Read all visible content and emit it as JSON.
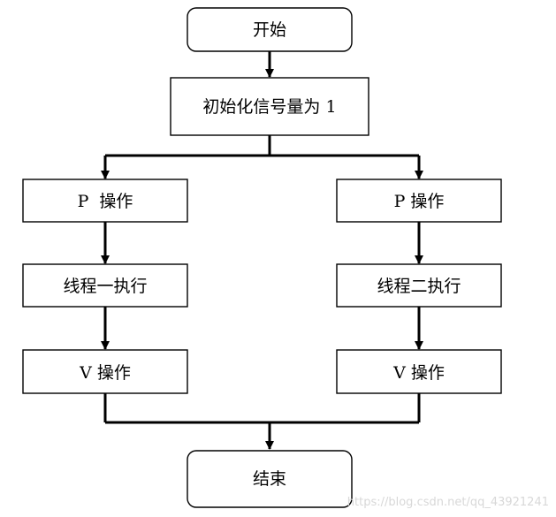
{
  "flowchart": {
    "start_label": "开始",
    "init_label": "初始化信号量为 1",
    "left_branch": {
      "p_label": "P  操作",
      "exec_label": "线程一执行",
      "v_label": "V 操作"
    },
    "right_branch": {
      "p_label": "P 操作",
      "exec_label": "线程二执行",
      "v_label": "V 操作"
    },
    "end_label": "结束"
  },
  "watermark": {
    "text": "https://blog.csdn.net/qq_43921241"
  }
}
